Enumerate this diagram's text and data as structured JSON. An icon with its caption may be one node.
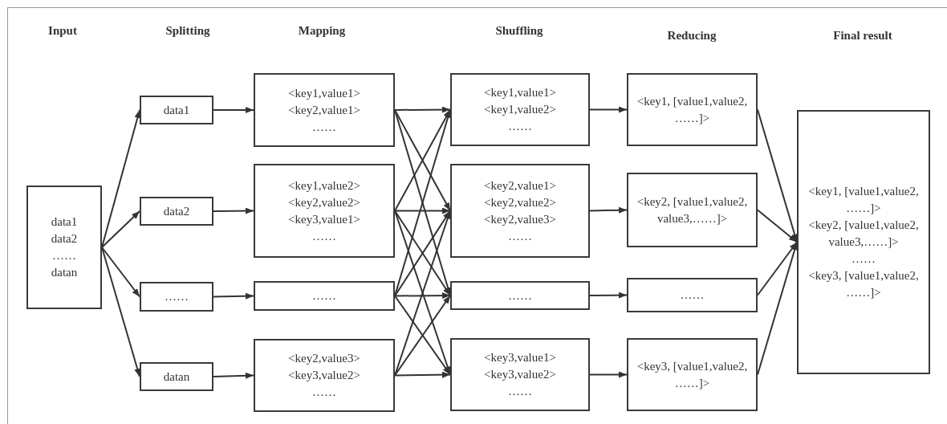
{
  "diagram": {
    "nodes": [
      {
        "text": [
          "data1",
          "data2",
          "……",
          "datan"
        ]
      },
      {
        "text": [
          "data1"
        ]
      },
      {
        "text": [
          "data2"
        ]
      },
      {
        "text": [
          "……"
        ]
      },
      {
        "text": [
          "datan"
        ]
      },
      {
        "text": [
          "<key1,value1>",
          "<key2,value1>",
          "……"
        ]
      },
      {
        "text": [
          "<key1,value2>",
          "<key2,value2>",
          "<key3,value1>",
          "……"
        ]
      },
      {
        "text": [
          "……"
        ]
      },
      {
        "text": [
          "<key2,value3>",
          "<key3,value2>",
          "……"
        ]
      },
      {
        "text": [
          "<key1,value1>",
          "<key1,value2>",
          "……"
        ]
      },
      {
        "text": [
          "<key2,value1>",
          "<key2,value2>",
          "<key2,value3>",
          "……"
        ]
      },
      {
        "text": [
          "……"
        ]
      },
      {
        "text": [
          "<key3,value1>",
          "<key3,value2>",
          "……"
        ]
      },
      {
        "text": [
          "<key1, [value1,value2, ……]>"
        ]
      },
      {
        "text": [
          "<key2, [value1,value2, value3,……]>"
        ]
      },
      {
        "text": [
          "……"
        ]
      },
      {
        "text": [
          "<key3, [value1,value2, ……]>"
        ]
      },
      {
        "text": [
          "<key1, [value1,value2, ……]>",
          "<key2, [value1,value2, value3,……]>",
          "……",
          "<key3, [value1,value2, ……]>"
        ]
      }
    ],
    "edges": [
      {
        "from": 0,
        "to": 1,
        "arrow": "to"
      },
      {
        "from": 0,
        "to": 2,
        "arrow": "to"
      },
      {
        "from": 0,
        "to": 3,
        "arrow": "to"
      },
      {
        "from": 0,
        "to": 4,
        "arrow": "to"
      },
      {
        "from": 1,
        "to": 5,
        "arrow": "to"
      },
      {
        "from": 2,
        "to": 6,
        "arrow": "to"
      },
      {
        "from": 3,
        "to": 7,
        "arrow": "to"
      },
      {
        "from": 4,
        "to": 8,
        "arrow": "to"
      },
      {
        "from": 5,
        "to": 9,
        "arrow": "to"
      },
      {
        "from": 5,
        "to": 10,
        "arrow": "to"
      },
      {
        "from": 5,
        "to": 11,
        "arrow": "to"
      },
      {
        "from": 6,
        "to": 9,
        "arrow": "to"
      },
      {
        "from": 6,
        "to": 10,
        "arrow": "to"
      },
      {
        "from": 6,
        "to": 11,
        "arrow": "to"
      },
      {
        "from": 6,
        "to": 12,
        "arrow": "to"
      },
      {
        "from": 7,
        "to": 9,
        "arrow": "to"
      },
      {
        "from": 7,
        "to": 10,
        "arrow": "to"
      },
      {
        "from": 7,
        "to": 11,
        "arrow": "to"
      },
      {
        "from": 7,
        "to": 12,
        "arrow": "to"
      },
      {
        "from": 8,
        "to": 10,
        "arrow": "to"
      },
      {
        "from": 8,
        "to": 11,
        "arrow": "to"
      },
      {
        "from": 8,
        "to": 12,
        "arrow": "to"
      },
      {
        "from": 9,
        "to": 13,
        "arrow": "to"
      },
      {
        "from": 10,
        "to": 14,
        "arrow": "to"
      },
      {
        "from": 11,
        "to": 15,
        "arrow": "to"
      },
      {
        "from": 12,
        "to": 16,
        "arrow": "to"
      },
      {
        "from": 13,
        "to": 17,
        "arrow": "to"
      },
      {
        "from": 14,
        "to": 17,
        "arrow": "to"
      },
      {
        "from": 15,
        "to": 17,
        "arrow": "to"
      },
      {
        "from": 16,
        "to": 17,
        "arrow": "to"
      }
    ],
    "labels": [
      "Input",
      "Splitting",
      "Mapping",
      "Shuffling",
      "Reducing",
      "Final result"
    ]
  }
}
